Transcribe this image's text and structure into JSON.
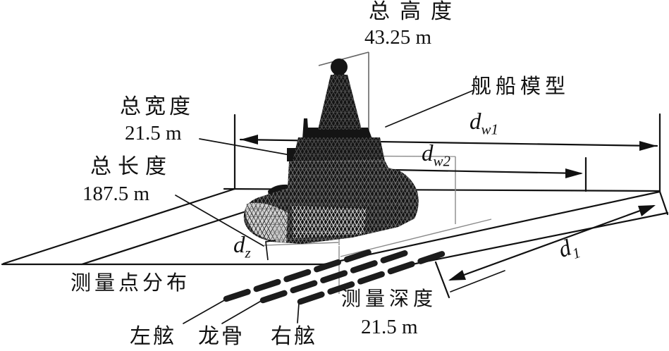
{
  "labels": {
    "total_height": {
      "label": "总高度",
      "value": "43.25 m"
    },
    "ship_model": {
      "label": "舰船模型"
    },
    "total_width": {
      "label": "总宽度",
      "value": "21.5 m"
    },
    "total_length": {
      "label": "总长度",
      "value": "187.5 m"
    },
    "measurement_points": {
      "label": "测量点分布"
    },
    "measurement_depth": {
      "label": "测量深度",
      "value": "21.5 m"
    },
    "port_side": {
      "label": "左舷"
    },
    "keel": {
      "label": "龙骨"
    },
    "starboard_side": {
      "label": "右舷"
    }
  },
  "dims": {
    "dw1": {
      "base": "d",
      "sub": "w1"
    },
    "dw2": {
      "base": "d",
      "sub": "w2"
    },
    "d1": {
      "base": "d",
      "sub": "1"
    },
    "dz": {
      "base": "d",
      "sub": "z"
    }
  },
  "colors": {
    "ink": "#1a1a1a",
    "box_outline": "#8a8a8a",
    "ship_fill": "#141414",
    "bow_mesh": "#c9c9c9",
    "background": "#ffffff"
  }
}
